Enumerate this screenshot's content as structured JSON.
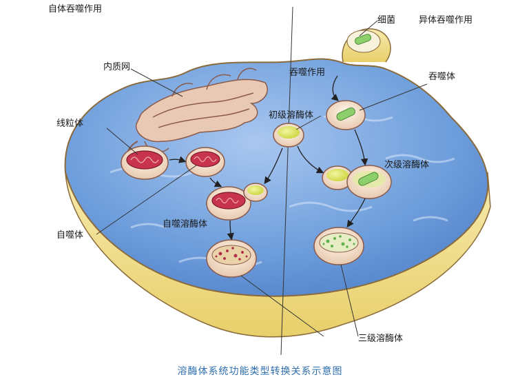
{
  "diagram": {
    "caption": "溶酶体系统功能类型转换关系示意图",
    "labels": {
      "autophagy_title": "自体吞噬作用",
      "heterophagy_title": "异体吞噬作用",
      "bacterium": "细菌",
      "endoplasmic_reticulum": "内质网",
      "phagocytosis": "吞噬作用",
      "phagosome": "吞噬体",
      "mitochondrion": "线粒体",
      "primary_lysosome": "初级溶酶体",
      "secondary_lysosome": "次级溶酶体",
      "autophagosome": "自噬体",
      "autolysosome": "自噬溶酶体",
      "tertiary_lysosome": "三级溶酶体"
    },
    "colors": {
      "cytoplasm": "#6f9fdc",
      "membrane": "#f1df86",
      "vesicle": "#f7ead2",
      "mitochondrion": "#c8344d",
      "primary_enzyme": "#e4e86a",
      "bacterium": "#8dd06b",
      "caption": "#2f6fb0"
    }
  }
}
